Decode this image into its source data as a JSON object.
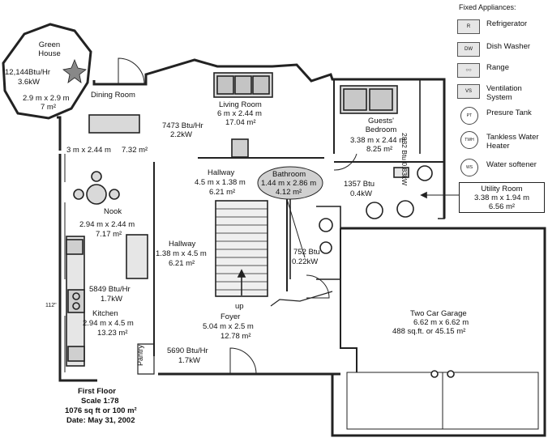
{
  "legend": {
    "title": "Fixed Appliances:",
    "items": [
      {
        "label": "Refrigerator",
        "symbol": "R"
      },
      {
        "label": "Dish Washer",
        "symbol": "DW"
      },
      {
        "label": "Range",
        "symbol": ""
      },
      {
        "label": "Ventilation System",
        "symbol": "VS"
      },
      {
        "label": "Presure Tank",
        "symbol": "PT"
      },
      {
        "label": "Tankless Water Heater",
        "symbol": "TWH"
      },
      {
        "label": "Water softener",
        "symbol": "WS"
      }
    ]
  },
  "rooms": {
    "green_house": {
      "name": "Green House",
      "heat": "12,144Btu/Hr",
      "power": "3.6kW",
      "dims": "2.9 m x 2.9 m",
      "area": "7 m²"
    },
    "dining": {
      "name": "Dining Room",
      "dims": "3 m x 2.44 m",
      "area": "7.32 m²",
      "heat": "7473 Btu/Hr",
      "power": "2.2kW"
    },
    "living": {
      "name": "Living Room",
      "dims": "6 m x 2.44 m",
      "area": "17.04 m²"
    },
    "guests": {
      "name": "Guests' Bedroom",
      "dims": "3.38 m x 2.44 m",
      "area": "8.25 m²",
      "heat_side": "2832 Btu 0.83kW"
    },
    "hallway_upper": {
      "name": "Hallway",
      "dims": "4.5 m x 1.38 m",
      "area": "6.21 m²"
    },
    "bathroom": {
      "name": "Bathroom",
      "dims": "1.44 m x 2.86 m",
      "area": "4.12 m²"
    },
    "utility_heat": {
      "heat": "1357 Btu",
      "power": "0.4kW"
    },
    "utility": {
      "name": "Utility Room",
      "dims": "3.38 m x 1.94 m",
      "area": "6.56 m²"
    },
    "nook": {
      "name": "Nook",
      "dims": "2.94 m x 2.44 m",
      "area": "7.17 m²"
    },
    "hallway_lower": {
      "name": "Hallway",
      "dims": "1.38 m x 4.5 m",
      "area": "6.21 m²"
    },
    "bath_heat": {
      "heat": "752 Btu",
      "power": "0.22kW"
    },
    "kitchen": {
      "name": "Kitchen",
      "dims": "2.94 m x 4.5 m",
      "area": "13.23 m²",
      "heat": "5849 Btu/Hr",
      "power": "1.7kW"
    },
    "foyer": {
      "name": "Foyer",
      "dims": "5.04 m x 2.5 m",
      "area": "12.78 m²",
      "heat": "5690 Btu/Hr",
      "power": "1.7kW"
    },
    "garage": {
      "name": "Two Car Garage",
      "dims": "6.62 m x 6.62 m",
      "area": "488 sq.ft. or 45.15 m²"
    },
    "pantry": {
      "name": "Pantry"
    }
  },
  "stairs_label": "up",
  "side_mark": "112\"",
  "title_block": {
    "floor": "First Floor",
    "scale": "Scale 1:78",
    "size": "1076 sq ft or 100 m²",
    "date": "Date: May 31, 2002"
  }
}
